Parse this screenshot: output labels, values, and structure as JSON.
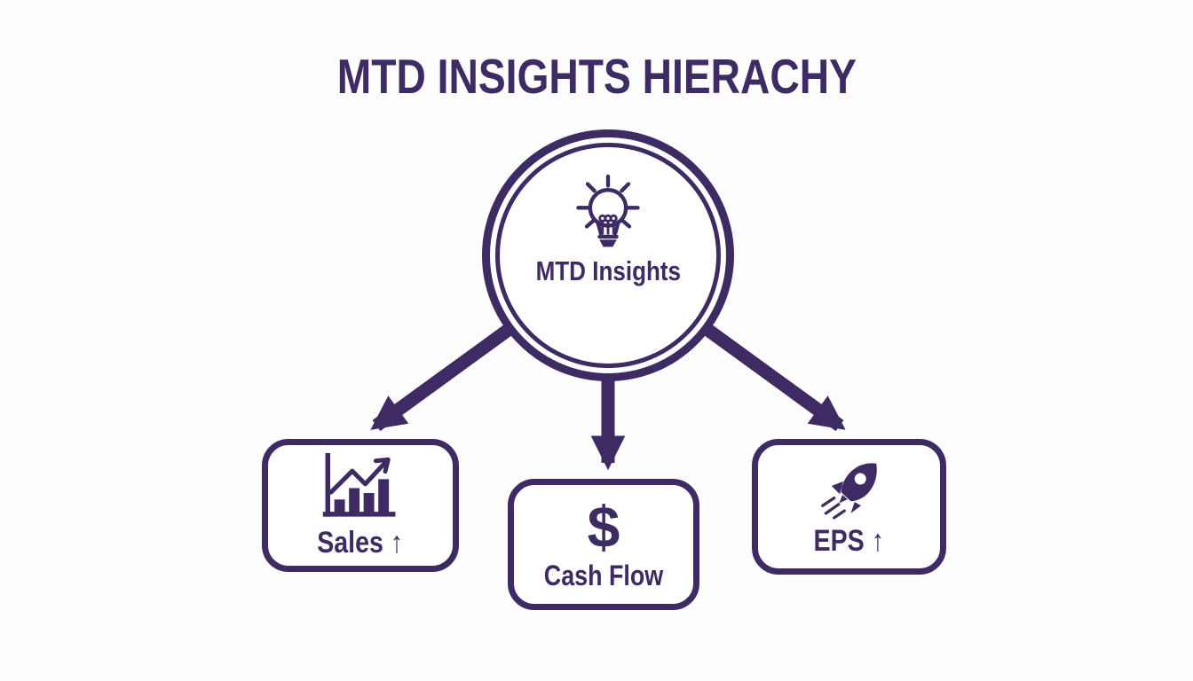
{
  "title": "MTD INSIGHTS HIERACHY",
  "colors": {
    "primary": "#3E2B63",
    "background": "#FDFDFD",
    "node_fill": "#FFFFFF"
  },
  "root_node": {
    "label": "MTD Insights",
    "icon": "lightbulb-icon"
  },
  "child_nodes": [
    {
      "id": "sales",
      "label": "Sales ↑",
      "icon": "bar-chart-icon"
    },
    {
      "id": "cash-flow",
      "label": "Cash Flow",
      "icon": "dollar-sign-icon",
      "symbol": "$"
    },
    {
      "id": "eps",
      "label": "EPS ↑",
      "icon": "rocket-icon"
    }
  ],
  "edges": [
    {
      "from": "MTD Insights",
      "to": "Sales ↑"
    },
    {
      "from": "MTD Insights",
      "to": "Cash Flow"
    },
    {
      "from": "MTD Insights",
      "to": "EPS ↑"
    }
  ]
}
